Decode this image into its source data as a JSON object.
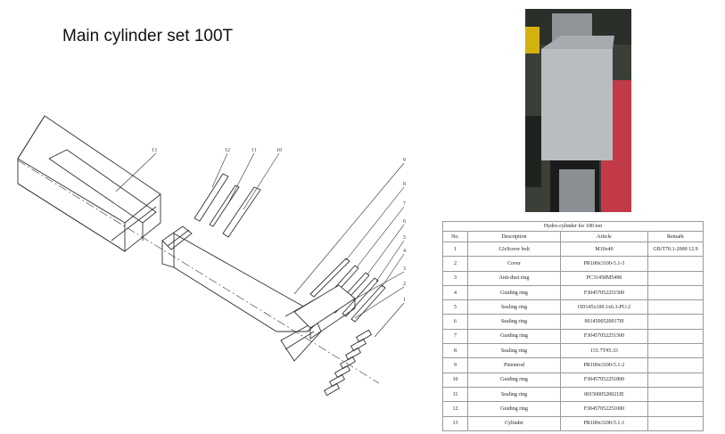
{
  "title": "Main cylinder set 100T",
  "callouts": [
    "1",
    "2",
    "3",
    "4",
    "5",
    "6",
    "7",
    "8",
    "9",
    "10",
    "11",
    "12",
    "13"
  ],
  "table": {
    "caption": "Hydro-cylinder for 100 ton",
    "headers": [
      "No.",
      "Description",
      "Article",
      "Remark"
    ],
    "rows": [
      {
        "no": "1",
        "desc": "12xScrew bolt",
        "article": "M10x40",
        "remark": "GB/T70.1-2000 12.9"
      },
      {
        "no": "2",
        "desc": "Cover",
        "article": "PR100x3100-5.1-3",
        "remark": ""
      },
      {
        "no": "3",
        "desc": "Anti-dust ring",
        "article": "PC31450M5490",
        "remark": ""
      },
      {
        "no": "4",
        "desc": "Guiding ring",
        "article": "F30457052251500",
        "remark": ""
      },
      {
        "no": "5",
        "desc": "Sealing ring",
        "article": "OD145x100.1x6.3-PU-2",
        "remark": ""
      },
      {
        "no": "6",
        "desc": "Sealing ring",
        "article": "0014500520017I0",
        "remark": ""
      },
      {
        "no": "7",
        "desc": "Guiding ring",
        "article": "F30457052251500",
        "remark": ""
      },
      {
        "no": "8",
        "desc": "Sealing ring",
        "article": "151.7T#5.33",
        "remark": ""
      },
      {
        "no": "9",
        "desc": "Pistonrod",
        "article": "PR100x3100-5.1-2",
        "remark": ""
      },
      {
        "no": "10",
        "desc": "Guiding ring",
        "article": "F30457052251800",
        "remark": ""
      },
      {
        "no": "11",
        "desc": "Sealing ring",
        "article": "0015000520021IE",
        "remark": ""
      },
      {
        "no": "12",
        "desc": "Guiding ring",
        "article": "F30457052251000",
        "remark": ""
      },
      {
        "no": "13",
        "desc": "Cylinder",
        "article": "PR100x3100-5.1-1",
        "remark": ""
      }
    ]
  },
  "colors": {
    "line": "#333333",
    "photo_bg_red": "#c23a48",
    "photo_dark": "#1c1c1c",
    "photo_metal": "#b9bcc0"
  }
}
